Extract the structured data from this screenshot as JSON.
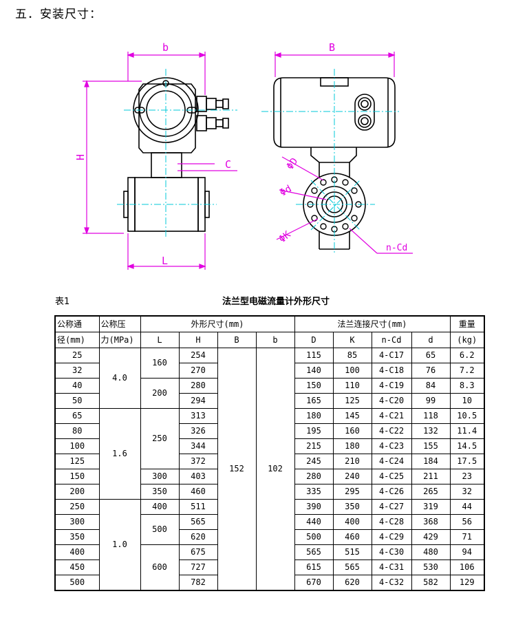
{
  "heading": "五．安装尺寸：",
  "drawing": {
    "labels": {
      "b": "b",
      "B": "B",
      "H": "H",
      "C": "C",
      "L": "L",
      "D": "ΦD",
      "d": "Φd",
      "K": "ΦK",
      "n": "n-Cd"
    },
    "colors": {
      "line": "#000000",
      "dim": "#e000e0",
      "center": "#00c8d8"
    }
  },
  "table": {
    "label": "表1",
    "caption": "法兰型电磁流量计外形尺寸",
    "headers": {
      "dn": [
        "公称通",
        "径(mm)"
      ],
      "pn": [
        "公称压",
        "力(MPa)"
      ],
      "outer": "外形尺寸(mm)",
      "flange": "法兰连接尺寸(mm)",
      "weight": [
        "重量",
        "(kg)"
      ],
      "sub": [
        "L",
        "H",
        "B",
        "b",
        "D",
        "K",
        "n-Cd",
        "d"
      ]
    },
    "B_value": "152",
    "b_value": "102",
    "pn_groups": [
      "4.0",
      "1.6",
      "1.0"
    ],
    "L_groups": [
      "160",
      "200",
      "250",
      "300",
      "350",
      "400",
      "500",
      "600"
    ],
    "rows": [
      {
        "dn": "25",
        "H": "254",
        "D": "115",
        "K": "85",
        "n": "4-C17",
        "d": "65",
        "w": "6.2"
      },
      {
        "dn": "32",
        "H": "270",
        "D": "140",
        "K": "100",
        "n": "4-C18",
        "d": "76",
        "w": "7.2"
      },
      {
        "dn": "40",
        "H": "280",
        "D": "150",
        "K": "110",
        "n": "4-C19",
        "d": "84",
        "w": "8.3"
      },
      {
        "dn": "50",
        "H": "294",
        "D": "165",
        "K": "125",
        "n": "4-C20",
        "d": "99",
        "w": "10"
      },
      {
        "dn": "65",
        "H": "313",
        "D": "180",
        "K": "145",
        "n": "4-C21",
        "d": "118",
        "w": "10.5"
      },
      {
        "dn": "80",
        "H": "326",
        "D": "195",
        "K": "160",
        "n": "4-C22",
        "d": "132",
        "w": "11.4"
      },
      {
        "dn": "100",
        "H": "344",
        "D": "215",
        "K": "180",
        "n": "4-C23",
        "d": "155",
        "w": "14.5"
      },
      {
        "dn": "125",
        "H": "372",
        "D": "245",
        "K": "210",
        "n": "4-C24",
        "d": "184",
        "w": "17.5"
      },
      {
        "dn": "150",
        "H": "403",
        "D": "280",
        "K": "240",
        "n": "4-C25",
        "d": "211",
        "w": "23"
      },
      {
        "dn": "200",
        "H": "460",
        "D": "335",
        "K": "295",
        "n": "4-C26",
        "d": "265",
        "w": "32"
      },
      {
        "dn": "250",
        "H": "511",
        "D": "390",
        "K": "350",
        "n": "4-C27",
        "d": "319",
        "w": "44"
      },
      {
        "dn": "300",
        "H": "565",
        "D": "440",
        "K": "400",
        "n": "4-C28",
        "d": "368",
        "w": "56"
      },
      {
        "dn": "350",
        "H": "620",
        "D": "500",
        "K": "460",
        "n": "4-C29",
        "d": "429",
        "w": "71"
      },
      {
        "dn": "400",
        "H": "675",
        "D": "565",
        "K": "515",
        "n": "4-C30",
        "d": "480",
        "w": "94"
      },
      {
        "dn": "450",
        "H": "727",
        "D": "615",
        "K": "565",
        "n": "4-C31",
        "d": "530",
        "w": "106"
      },
      {
        "dn": "500",
        "H": "782",
        "D": "670",
        "K": "620",
        "n": "4-C32",
        "d": "582",
        "w": "129"
      }
    ]
  }
}
